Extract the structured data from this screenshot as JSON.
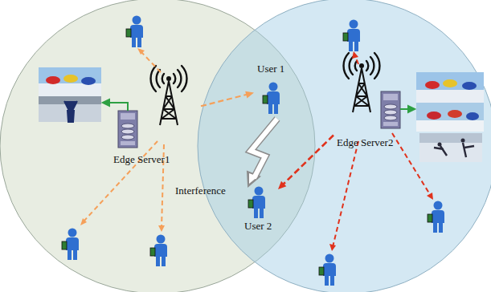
{
  "diagram": {
    "nodes": [
      {
        "text": [
          "User 1"
        ]
      },
      {
        "text": [
          "Edge Server2"
        ]
      },
      {
        "text": [
          "Edge Server1"
        ]
      },
      {
        "text": [
          "User 2"
        ]
      }
    ],
    "edges": [
      {
        "from": 2,
        "to": 0,
        "arrow": "to"
      },
      {
        "from": 1,
        "to": 3,
        "arrow": "to"
      }
    ],
    "labels": [
      "Interference"
    ]
  }
}
